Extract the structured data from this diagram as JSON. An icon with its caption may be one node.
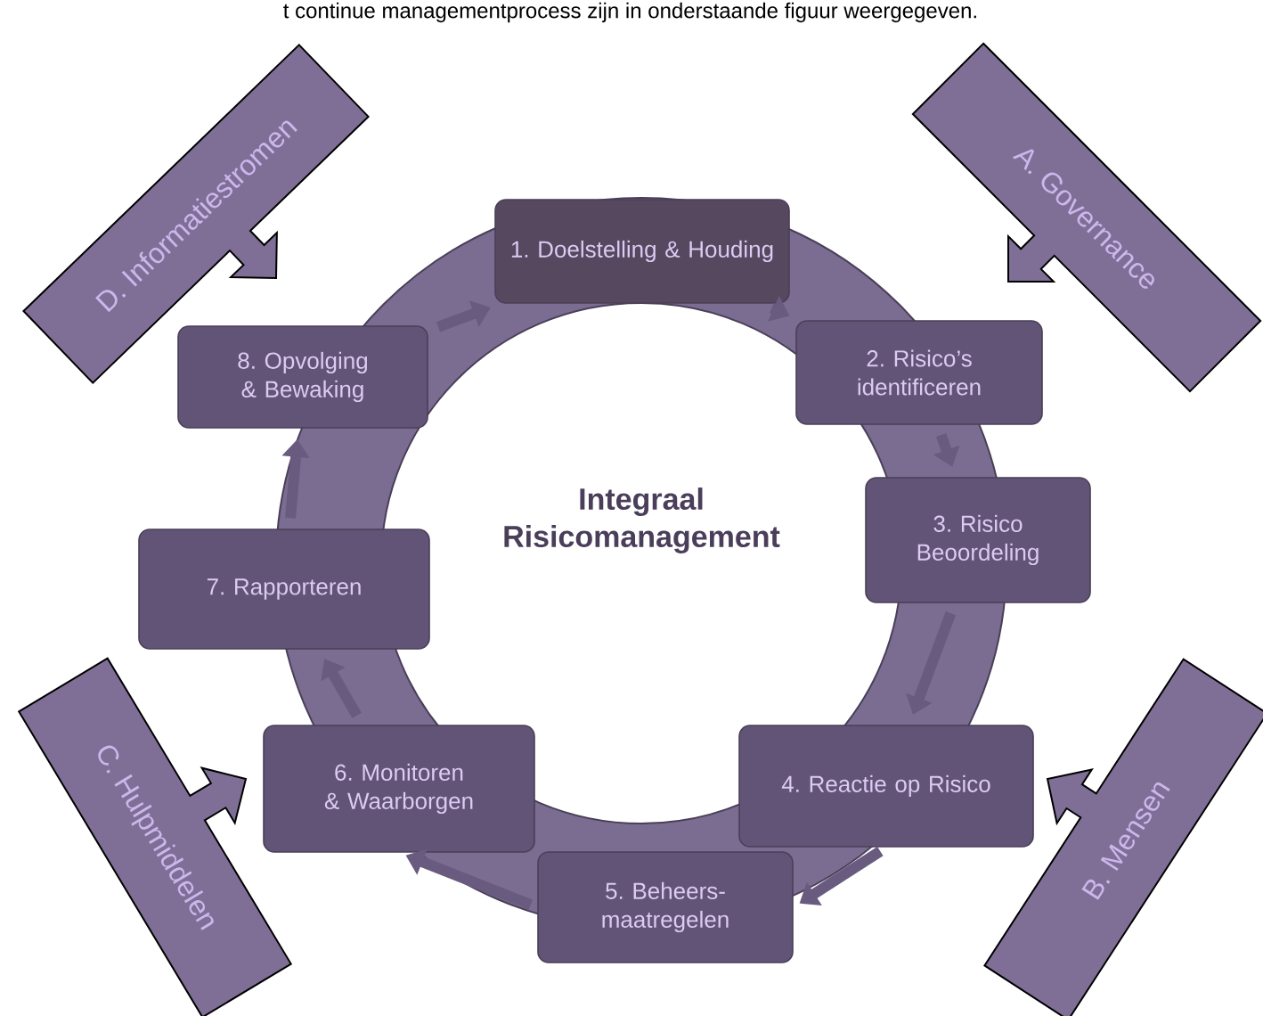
{
  "diagram": {
    "nodes": [
      {
        "text": [
          "1. Doelstelling & Houding"
        ]
      },
      {
        "text": [
          "2. Risico’s identificeren"
        ]
      },
      {
        "text": [
          "3. Risico Beoordeling"
        ]
      },
      {
        "text": [
          "4. Reactie op Risico"
        ]
      },
      {
        "text": [
          "5. Beheers-maatregelen"
        ]
      },
      {
        "text": [
          "6. Monitoren & Waarborgen"
        ]
      },
      {
        "text": [
          "7. Rapporteren"
        ]
      },
      {
        "text": [
          "8. Opvolging & Bewaking"
        ]
      },
      {
        "text": [
          "A. Governance"
        ]
      },
      {
        "text": [
          "B. Mensen"
        ]
      },
      {
        "text": [
          "C. Hulpmiddelen"
        ]
      },
      {
        "text": [
          "D. Informatiestromen"
        ]
      }
    ],
    "edges": [
      {
        "from": 0,
        "to": 1,
        "arrow": "to"
      },
      {
        "from": 1,
        "to": 2,
        "arrow": "to"
      },
      {
        "from": 2,
        "to": 3,
        "arrow": "to"
      },
      {
        "from": 3,
        "to": 4,
        "arrow": "to"
      },
      {
        "from": 4,
        "to": 5,
        "arrow": "to"
      },
      {
        "from": 5,
        "to": 6,
        "arrow": "to"
      },
      {
        "from": 6,
        "to": 7,
        "arrow": "to"
      },
      {
        "from": 7,
        "to": 0,
        "arrow": "to"
      }
    ],
    "labels": [
      "t continue managementprocess zijn in onderstaande figuur weergegeven.",
      "Integraal Risicomanagement"
    ]
  }
}
